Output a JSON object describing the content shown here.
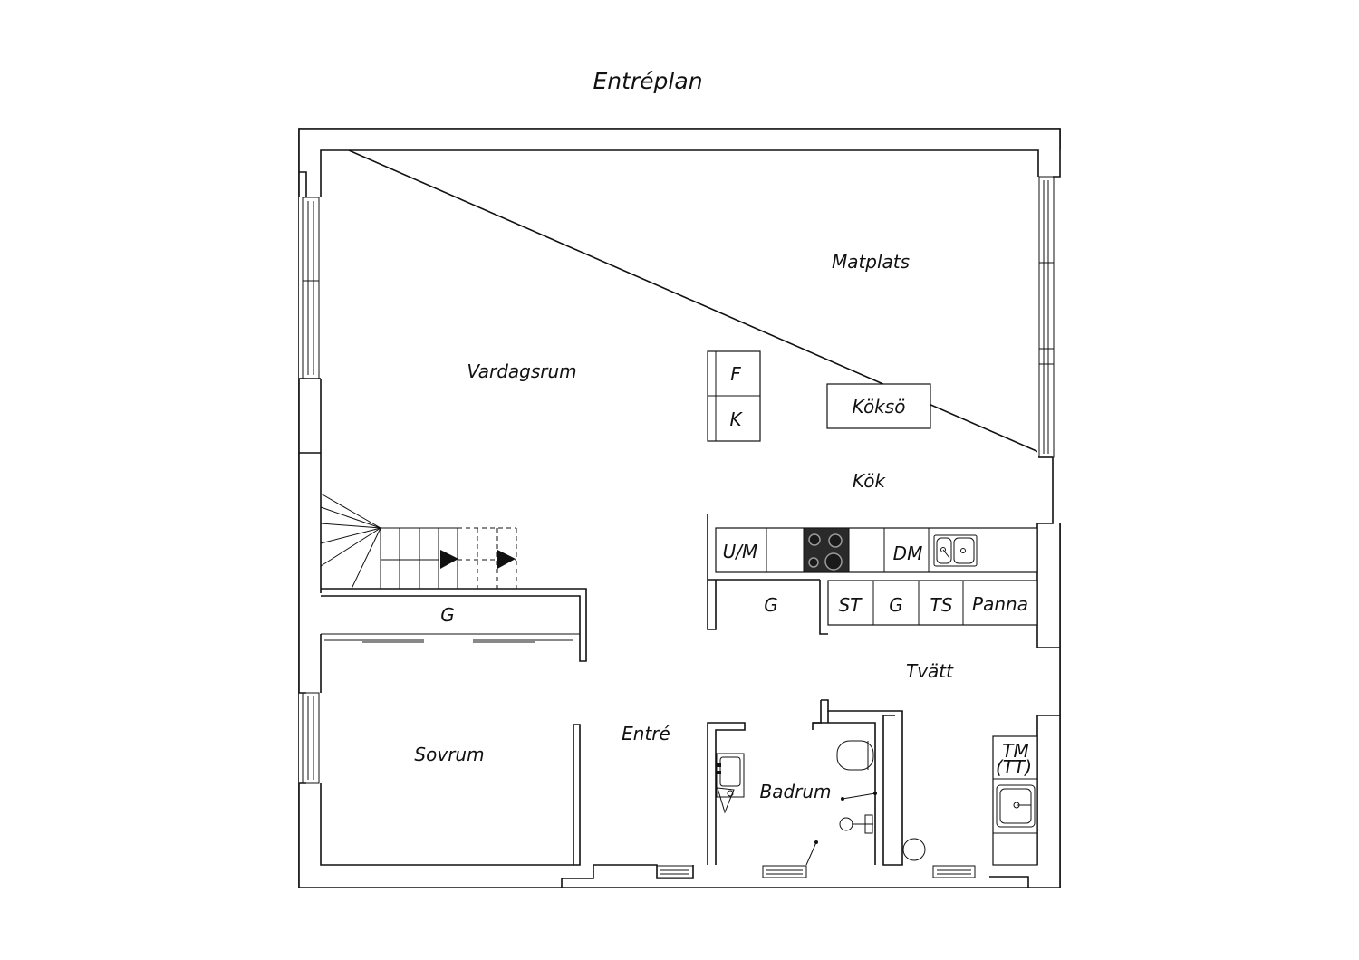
{
  "title": "Entréplan",
  "rooms": {
    "vardagsrum": "Vardagsrum",
    "matplats": "Matplats",
    "kok": "Kök",
    "koksö": "Köksö",
    "sovrum": "Sovrum",
    "entre": "Entré",
    "badrum": "Badrum",
    "tvatt": "Tvätt",
    "garderob_hall": "G",
    "garderob_kok": "G"
  },
  "appliances": {
    "f": "F",
    "k": "K",
    "um": "U/M",
    "dm": "DM",
    "st": "ST",
    "g": "G",
    "ts": "TS",
    "panna": "Panna",
    "tm": "TM",
    "tt": "(TT)"
  },
  "icons": [
    "stove-icon",
    "sink-icon",
    "toilet-icon",
    "washbasin-icon",
    "shower-icon",
    "stairs-icon"
  ]
}
